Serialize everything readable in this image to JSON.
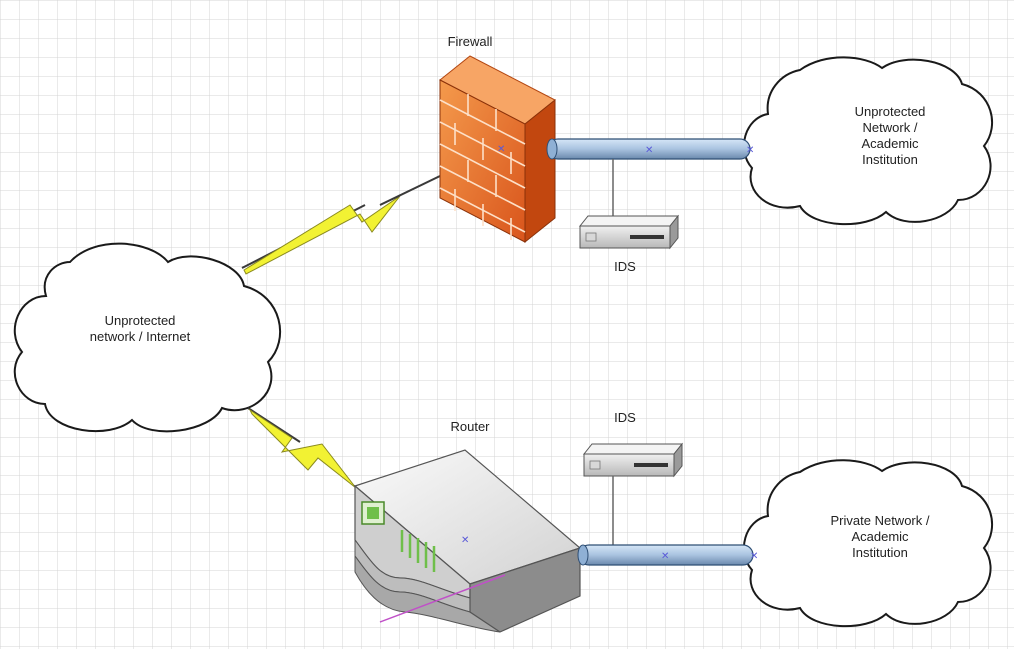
{
  "diagram": {
    "nodes": {
      "internet_cloud": {
        "label": "Unprotected\nnetwork / Internet"
      },
      "firewall": {
        "label": "Firewall"
      },
      "ids_top": {
        "label": "IDS"
      },
      "academic_cloud": {
        "label": "Unprotected\nNetwork /\nAcademic\nInstitution"
      },
      "router": {
        "label": "Router"
      },
      "ids_bottom": {
        "label": "IDS"
      },
      "private_cloud": {
        "label": "Private Network /\nAcademic\nInstitution"
      }
    },
    "connections": [
      {
        "from": "internet_cloud",
        "to": "firewall",
        "type": "lightning-link"
      },
      {
        "from": "firewall",
        "to": "academic_cloud",
        "type": "network-pipe"
      },
      {
        "from": "ids_top",
        "to": "firewall-pipe",
        "type": "tap-line"
      },
      {
        "from": "internet_cloud",
        "to": "router",
        "type": "lightning-link"
      },
      {
        "from": "router",
        "to": "private_cloud",
        "type": "network-pipe"
      },
      {
        "from": "ids_bottom",
        "to": "router-pipe",
        "type": "tap-line"
      }
    ]
  },
  "colors": {
    "grid": "#d4d4d4",
    "pipe": "#a9c3e0",
    "lightning": "#f2f233",
    "firewall_brick": "#e8742c",
    "router_body": "#e9e9e9",
    "router_accent": "#6fbf4a",
    "magenta_line": "#c050c8"
  }
}
